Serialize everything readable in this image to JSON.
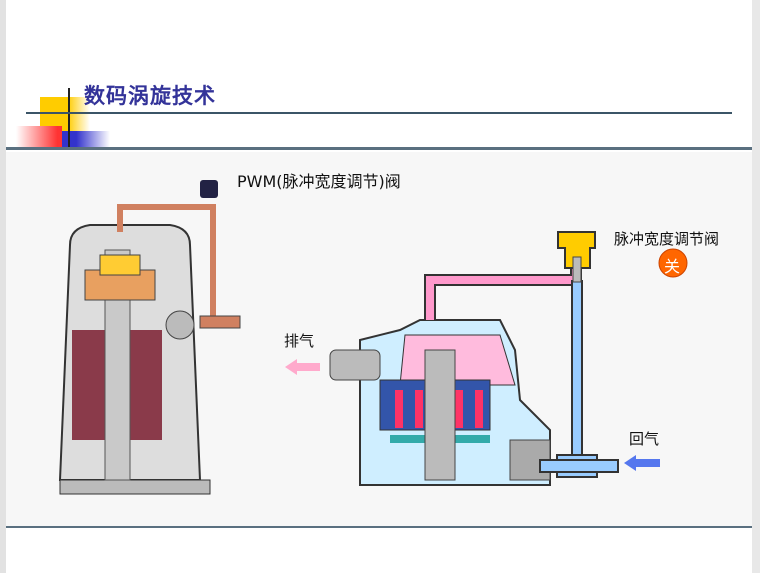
{
  "slide": {
    "title": "数码涡旋技术"
  },
  "diagram": {
    "pwm_valve_label": "PWM(脉冲宽度调节)阀",
    "exhaust_label": "排气",
    "valve_label": "脉冲宽度调节阀",
    "valve_state": "关",
    "return_label": "回气"
  },
  "colors": {
    "title": "#333399",
    "pink_pipe": "#ff99cc",
    "blue_pipe": "#99ccff",
    "valve": "#ffcc00",
    "state_badge": "#ff6600"
  }
}
